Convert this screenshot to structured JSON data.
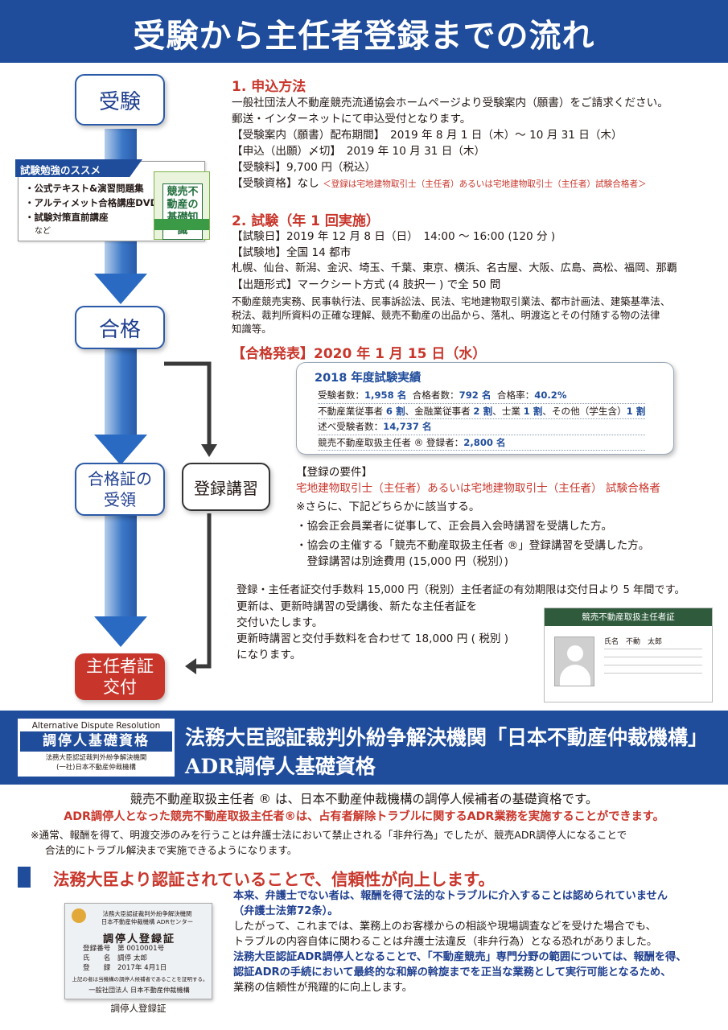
{
  "header": {
    "title": "受験から主任者登録までの流れ"
  },
  "flow": {
    "exam": "受験",
    "pass": "合格",
    "certificate": [
      "合格証の",
      "受領"
    ],
    "course": "登録講習",
    "issue": [
      "主任者証",
      "交付"
    ]
  },
  "study": {
    "title": "試験勉強のススメ",
    "items": [
      "・公式テキスト&演習問題集",
      "・アルティメット合格講座DVD",
      "・試験対策直前講座"
    ],
    "note": "など",
    "book_title": "競売不動産の基礎知識"
  },
  "section1": {
    "title": "1. 申込方法",
    "lines": [
      "一般社団法人不動産競売流通協会ホームページより受験案内（願書）をご請求ください。",
      "郵送・インターネットにて申込受付となります。",
      "【受験案内（願書）配布期間】　2019 年 8 月 1 日（木）〜 10 月 31 日（木）",
      "【申込（出願）〆切】　2019 年 10 月 31 日（木）",
      "【受験料】9,700 円（税込）"
    ],
    "qualification_label": "【受験資格】なし",
    "qualification_note": "＜登録は宅地建物取引士（主任者）あるいは宅地建物取引士（主任者）試験合格者＞"
  },
  "section2": {
    "title": "2. 試験（年 1 回実施）",
    "lines": [
      "【試験日】2019 年 12 月 8 日（日）　14:00 〜 16:00 (120 分 )",
      "【試験地】全国 14 都市",
      "札幌、仙台、新潟、金沢、埼玉、千葉、東京、横浜、名古屋、大阪、広島、高松、福岡、那覇",
      "【出題形式】マークシート方式 (4 肢択一 ) で全 50 問"
    ],
    "scope": [
      "不動産競売実務、民事執行法、民事訴訟法、民法、宅地建物取引業法、都市計画法、建築基準法、",
      "税法、裁判所資料の正確な理解、競売不動産の出品から、落札、明渡迄とその付随する物の法律",
      "知識等。"
    ]
  },
  "announcement": "【合格発表】2020 年 1 月 15 日（水）",
  "results": {
    "title": "2018 年度試験実績",
    "applicants_label": "受験者数：",
    "applicants": "1,958 名",
    "passers_label": "合格者数：",
    "passers": "792 名",
    "rate_label": "合格率：",
    "rate": "40.2%",
    "breakdown": [
      {
        "label": "不動産業従事者 ",
        "value": "6 割",
        "sep": "、"
      },
      {
        "label": "金融業従事者 ",
        "value": "2 割",
        "sep": "、"
      },
      {
        "label": "士業 ",
        "value": "1 割",
        "sep": "、"
      },
      {
        "label": "その他（学生含）",
        "value": "1 割",
        "sep": ""
      }
    ],
    "total_label": "述べ受験者数：",
    "total": "14,737 名",
    "registered_label": "競売不動産取扱主任者 ® 登録者：",
    "registered": "2,800 名"
  },
  "registration": {
    "heading": "【登録の要件】",
    "requirement": "宅地建物取引士（主任者）あるいは宅地建物取引士（主任者） 試験合格者",
    "lines": [
      "※さらに、下記どちらかに該当する。",
      "・協会正会員業者に従事して、正会員入会時講習を受講した方。",
      "・協会の主催する「競売不動産取扱主任者 ®」登録講習を受講した方。",
      "　登録講習は別途費用 (15,000 円（税別）)"
    ]
  },
  "fees": {
    "line1": "登録・主任者証交付手数料 15,000 円（税別）主任者証の有効期限は交付日より 5 年間です。",
    "lines": [
      "更新は、更新時講習の受講後、新たな主任者証を",
      "交付いたします。",
      "更新時講習と交付手数料を合わせて 18,000 円 ( 税別 )",
      "になります。"
    ]
  },
  "card": {
    "header": "競売不動産取扱主任者証",
    "name": "氏名　不動　太郎"
  },
  "adr": {
    "badge_en": "Alternative Dispute Resolution",
    "badge_jp": "調停人基礎資格",
    "badge_sub1": "法務大臣認証裁判外紛争解決機関",
    "badge_sub2": "(一社)日本不動産仲裁機構",
    "title1": "法務大臣認証裁判外紛争解決機関「日本不動産仲裁機構」",
    "title2": "ADR調停人基礎資格"
  },
  "adr_body": {
    "line1": "競売不動産取扱主任者 ® は、日本不動産仲裁機構の調停人候補者の基礎資格です。",
    "line2": "ADR調停人となった競売不動産取扱主任者®は、占有者解除トラブルに関するADR業務を実施することができます。",
    "note1": "※通常、報酬を得て、明渡交渉のみを行うことは弁護士法において禁止される「非弁行為」でしたが、競売ADR調停人になることで",
    "note2": "合法的にトラブル解決まで実施できるようになります。"
  },
  "trust": {
    "title": "法務大臣より認証されていることで、信頼性が向上します。",
    "bold1": "本来、弁護士でない者は、報酬を得て法的なトラブルに介入することは認められていません",
    "bold2": "（弁護士法第72条）。",
    "p1": "したがって、これまでは、業務上のお客様からの相談や現場調査などを受けた場合でも、",
    "p2": "トラブルの内容自体に関わることは弁護士法違反（非弁行為）となる恐れがありました。",
    "bold3": "法務大臣認証ADR調停人となることで、「不動産競売」専門分野の範囲については、報酬を得、",
    "bold4": "認証ADRの手続において最終的な和解の斡旋までを正当な業務として実行可能となるため、",
    "p3": "業務の信頼性が飛躍的に向上します。"
  },
  "cert": {
    "top1": "法務大臣認証裁判外紛争解決機関",
    "top2": "日本不動産仲裁機構 ADRセンター",
    "title": "調停人登録証",
    "f1": "登録番号　第 0010001号",
    "f2": "氏　　名　調停 太郎",
    "f3": "登　　録　2017年 4月1日",
    "note": "上記の者は当機構の調停人候補者であることを証明する。",
    "bottom": "一般社団法人 日本不動産仲裁機構",
    "caption": "調停人登録証"
  }
}
